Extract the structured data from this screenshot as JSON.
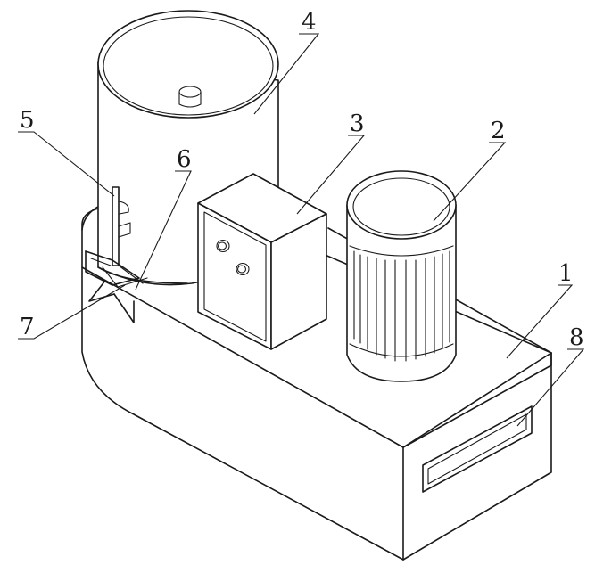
{
  "labels": {
    "l1": "1",
    "l2": "2",
    "l3": "3",
    "l4": "4",
    "l5": "5",
    "l6": "6",
    "l7": "7",
    "l8": "8"
  },
  "colors": {
    "line": "#1a1a1a",
    "background": "#ffffff"
  }
}
